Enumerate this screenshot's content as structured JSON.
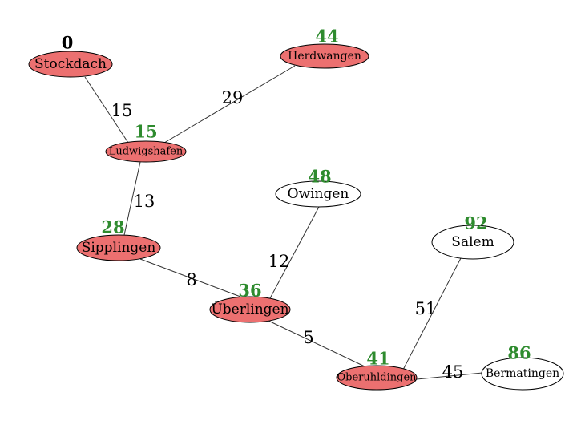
{
  "colors": {
    "visited": "#ec7070",
    "unvisited": "#ffffff",
    "distance": "#2e8b2e",
    "stroke": "#000000"
  },
  "nodes": [
    {
      "id": "stockdach",
      "name": "Stockdach",
      "dist": "0",
      "visited": true
    },
    {
      "id": "herdwangen",
      "name": "Herdwangen",
      "dist": "44",
      "visited": true
    },
    {
      "id": "ludwigshafen",
      "name": "Ludwigshafen",
      "dist": "15",
      "visited": true
    },
    {
      "id": "owingen",
      "name": "Owingen",
      "dist": "48",
      "visited": false
    },
    {
      "id": "sipplingen",
      "name": "Sipplingen",
      "dist": "28",
      "visited": true
    },
    {
      "id": "salem",
      "name": "Salem",
      "dist": "92",
      "visited": false
    },
    {
      "id": "ueberlingen",
      "name": "Überlingen",
      "dist": "36",
      "visited": true
    },
    {
      "id": "oberuhldingen",
      "name": "Oberuhldingen",
      "dist": "41",
      "visited": true
    },
    {
      "id": "bermatingen",
      "name": "Bermatingen",
      "dist": "86",
      "visited": false
    }
  ],
  "edges": [
    {
      "from": "stockdach",
      "to": "ludwigshafen",
      "weight": "15"
    },
    {
      "from": "herdwangen",
      "to": "ludwigshafen",
      "weight": "29"
    },
    {
      "from": "ludwigshafen",
      "to": "sipplingen",
      "weight": "13"
    },
    {
      "from": "sipplingen",
      "to": "ueberlingen",
      "weight": "8"
    },
    {
      "from": "owingen",
      "to": "ueberlingen",
      "weight": "12"
    },
    {
      "from": "ueberlingen",
      "to": "oberuhldingen",
      "weight": "5"
    },
    {
      "from": "salem",
      "to": "oberuhldingen",
      "weight": "51"
    },
    {
      "from": "oberuhldingen",
      "to": "bermatingen",
      "weight": "45"
    }
  ]
}
